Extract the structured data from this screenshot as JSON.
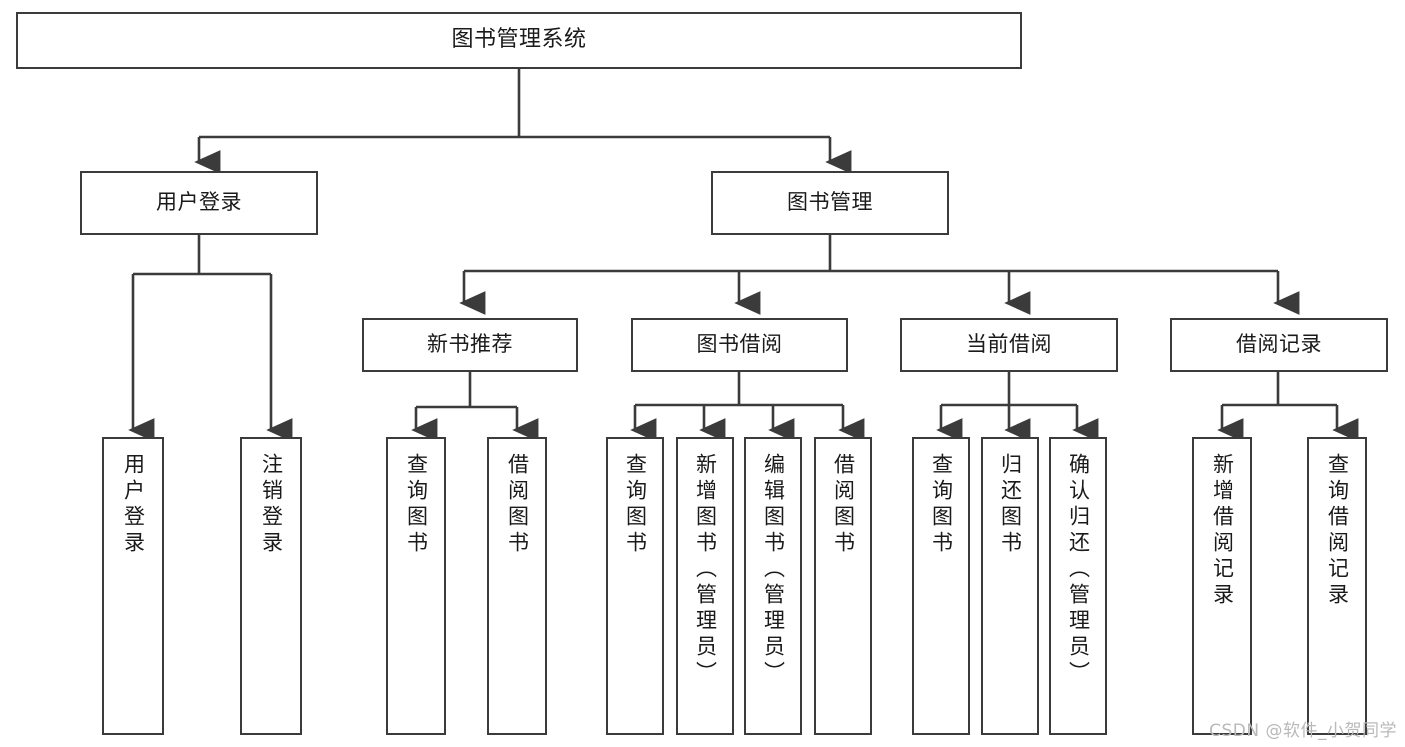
{
  "diagram": {
    "title": "图书管理系统",
    "type": "tree-hierarchy-diagram",
    "background_color": "#ffffff",
    "stroke_color": "#3b3b3b",
    "text_color": "#1a1a1a",
    "nodes": {
      "root": {
        "label": "图书管理系统"
      },
      "level2": [
        {
          "label": "用户登录"
        },
        {
          "label": "图书管理"
        }
      ],
      "level3": [
        {
          "label": "新书推荐"
        },
        {
          "label": "图书借阅"
        },
        {
          "label": "当前借阅"
        },
        {
          "label": "借阅记录"
        }
      ],
      "leaves_user_login": [
        {
          "label": "用户登录"
        },
        {
          "label": "注销登录"
        }
      ],
      "leaves_new_book": [
        {
          "label": "查询图书"
        },
        {
          "label": "借阅图书"
        }
      ],
      "leaves_borrow": [
        {
          "label": "查询图书"
        },
        {
          "label": "新增图书（管理员）"
        },
        {
          "label": "编辑图书（管理员）"
        },
        {
          "label": "借阅图书"
        }
      ],
      "leaves_current": [
        {
          "label": "查询图书"
        },
        {
          "label": "归还图书"
        },
        {
          "label": "确认归还（管理员）"
        }
      ],
      "leaves_record": [
        {
          "label": "新增借阅记录"
        },
        {
          "label": "查询借阅记录"
        }
      ]
    }
  },
  "watermark": {
    "text": "CSDN @软件_小贺同学"
  }
}
